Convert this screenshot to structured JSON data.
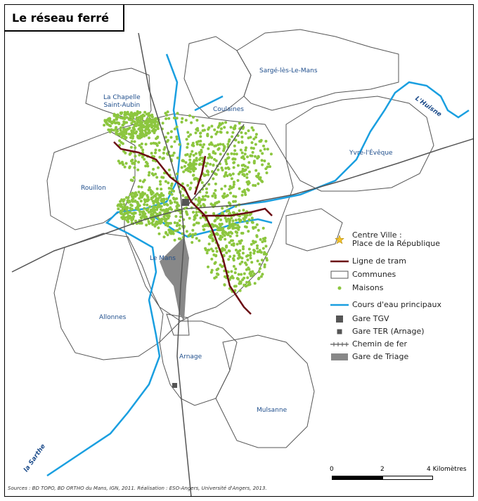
{
  "title": "Le réseau ferré",
  "colors": {
    "commune_border": "#555555",
    "river": "#1a9fe0",
    "tram": "#6b0a12",
    "maisons": "#8cc63f",
    "gare": "#555555",
    "triage": "#888888",
    "star": "#f2c12e"
  },
  "places": {
    "chapelle": "La Chapelle\nSaint-Aubin",
    "coulaines": "Coulaines",
    "sarge": "Sargé-lès-Le-Mans",
    "yvre": "Yvré-l'Évêque",
    "rouillon": "Rouillon",
    "lemans": "Le Mans",
    "allonnes": "Allonnes",
    "arnage": "Arnage",
    "mulsanne": "Mulsanne"
  },
  "rivers": {
    "huisne": "L'Huisne",
    "sarthe": "la Sarthe"
  },
  "legend": {
    "centre": "Centre Ville :\nPlace de la République",
    "tram": "Ligne de tram",
    "communes": "Communes",
    "maisons": "Maisons",
    "cours": "Cours d'eau principaux",
    "gare_tgv": "Gare TGV",
    "gare_ter": "Gare TER (Arnage)",
    "chemin": "Chemin de fer",
    "triage": "Gare de Triage",
    "centre_icon": "star-icon"
  },
  "scale": {
    "t0": "0",
    "t1": "2",
    "t2": "4 Kilomètres"
  },
  "sources": "Sources : BD TOPO, BD ORTHO du Mans, IGN, 2011. Réalisation : ESO-Angers, Université d'Angers, 2013."
}
